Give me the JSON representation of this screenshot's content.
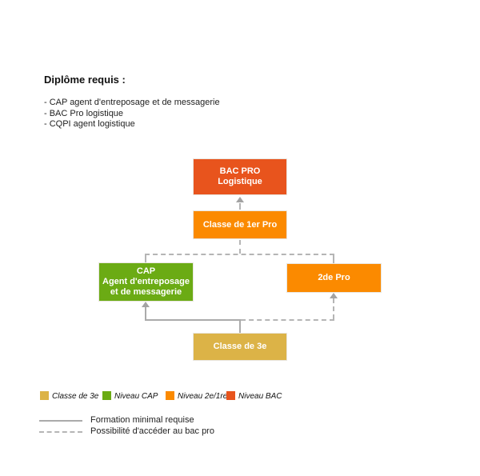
{
  "header": {
    "title": "Diplôme requis :",
    "requirements": [
      "- CAP agent d'entreposage et de messagerie",
      "- BAC Pro logistique",
      "- CQPI agent logistique"
    ]
  },
  "nodes": {
    "bac_pro": {
      "lines": [
        "BAC PRO",
        "Logistique"
      ],
      "color": "#E8541D"
    },
    "premiere_pro": {
      "label": "Classe de 1er Pro",
      "color": "#FB8A00"
    },
    "cap": {
      "lines": [
        "CAP",
        "Agent d'entreposage",
        "et de messagerie"
      ],
      "color": "#6BAB14"
    },
    "seconde_pro": {
      "label": "2de Pro",
      "color": "#FB8A00"
    },
    "troisieme": {
      "label": "Classe de 3e",
      "color": "#DCB347"
    }
  },
  "legend": {
    "levels": [
      {
        "label": "Classe de 3e",
        "color": "#DCB347"
      },
      {
        "label": "Niveau CAP",
        "color": "#6BAB14"
      },
      {
        "label": "Niveau 2e/1re",
        "color": "#FB8A00"
      },
      {
        "label": "Niveau BAC",
        "color": "#E8541D"
      }
    ],
    "lines": [
      {
        "style": "solid",
        "label": "Formation minimal requise"
      },
      {
        "style": "dashed",
        "label": "Possibilité d'accéder au bac pro"
      }
    ]
  },
  "colors": {
    "line_solid": "#ABABAB",
    "line_dashed": "#B5B5B5",
    "arrow": "#A3A3A3"
  }
}
